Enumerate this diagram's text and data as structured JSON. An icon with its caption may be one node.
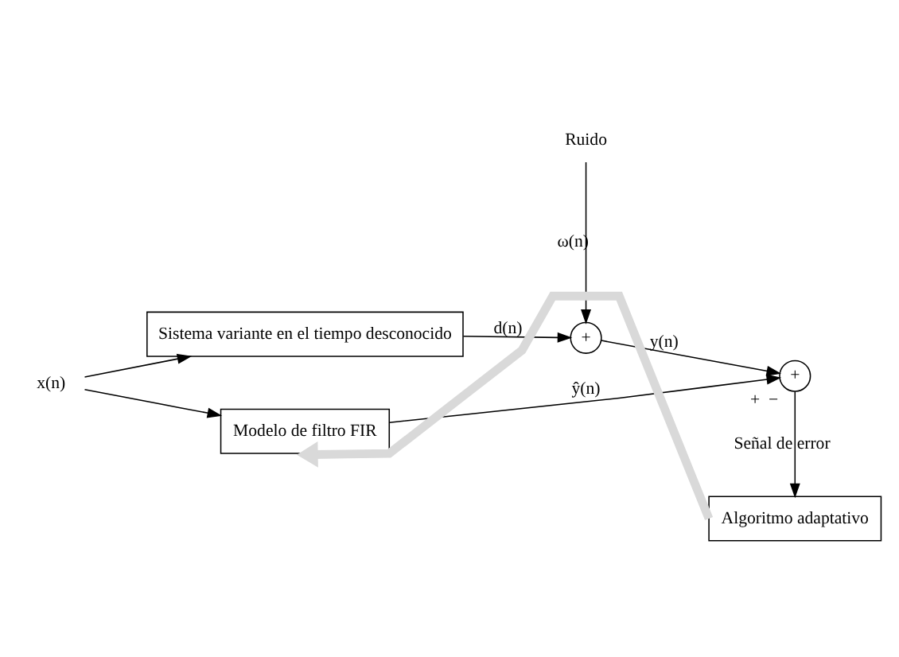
{
  "diagram": {
    "nodes": [
      {
        "text": [
          "x(n)"
        ]
      },
      {
        "text": [
          "Sistema variante en el tiempo desconocido"
        ]
      },
      {
        "text": [
          "Ruido"
        ]
      },
      {
        "text": [
          "+"
        ]
      },
      {
        "text": [
          "Modelo de filtro FIR"
        ]
      },
      {
        "text": [
          "+"
        ],
        "beside": [
          "+",
          "−"
        ]
      },
      {
        "text": [
          "Algoritmo adaptativo"
        ]
      }
    ],
    "edges": [
      {
        "from": 0,
        "to": 1,
        "arrow": "to"
      },
      {
        "from": 0,
        "to": 4,
        "arrow": "to"
      },
      {
        "from": 1,
        "to": 3,
        "arrow": "to",
        "label": "d(n)"
      },
      {
        "from": 2,
        "to": 3,
        "arrow": "to",
        "label": "ω(n)"
      },
      {
        "from": 3,
        "to": 5,
        "arrow": "to",
        "label": "y(n)"
      },
      {
        "from": 4,
        "to": 5,
        "arrow": "to",
        "label": "ŷ(n)"
      },
      {
        "from": 5,
        "to": 6,
        "arrow": "to",
        "label": "Señal de error"
      },
      {
        "from": 6,
        "to": 4,
        "arrow": "to",
        "style": "thick",
        "color": "#d9d9d9"
      }
    ]
  }
}
